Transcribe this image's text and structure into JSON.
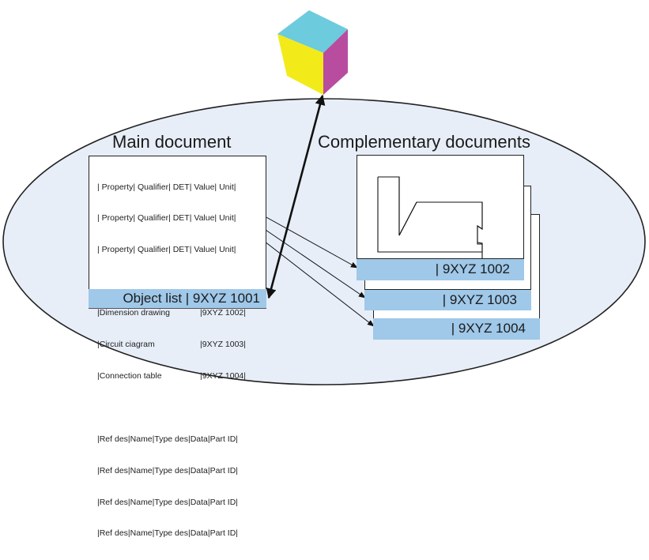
{
  "colors": {
    "background": "#ffffff",
    "ellipse_fill": "#e7eef8",
    "ellipse_stroke": "#222222",
    "label_bar": "#9fc8e9",
    "cube_top": "#6ccbdc",
    "cube_left": "#f3ea1a",
    "cube_right": "#b84c9f"
  },
  "headings": {
    "main": "Main document",
    "complementary": "Complementary documents"
  },
  "main_document": {
    "property_rows": [
      "| Property| Qualifier| DET| Value| Unit|",
      "| Property| Qualifier| DET| Value| Unit|",
      "| Property| Qualifier| DET| Value| Unit|"
    ],
    "reference_rows": [
      {
        "name": "|Dimension drawing",
        "ref": "|9XYZ 1002|"
      },
      {
        "name": "|Circuit ciagram",
        "ref": "|9XYZ 1003|"
      },
      {
        "name": "|Connection table",
        "ref": "|9XYZ 1004|"
      }
    ],
    "object_rows": [
      "|Ref des|Name|Type des|Data|Part ID|",
      "|Ref des|Name|Type des|Data|Part ID|",
      "|Ref des|Name|Type des|Data|Part ID|",
      "|Ref des|Name|Type des|Data|Part ID|"
    ],
    "label": "Object list  | 9XYZ 1001"
  },
  "complementary_documents": [
    {
      "label": "| 9XYZ 1002"
    },
    {
      "label": "| 9XYZ 1003"
    },
    {
      "label": "| 9XYZ 1004"
    }
  ],
  "icons": {
    "cube": "product-cube-icon"
  }
}
